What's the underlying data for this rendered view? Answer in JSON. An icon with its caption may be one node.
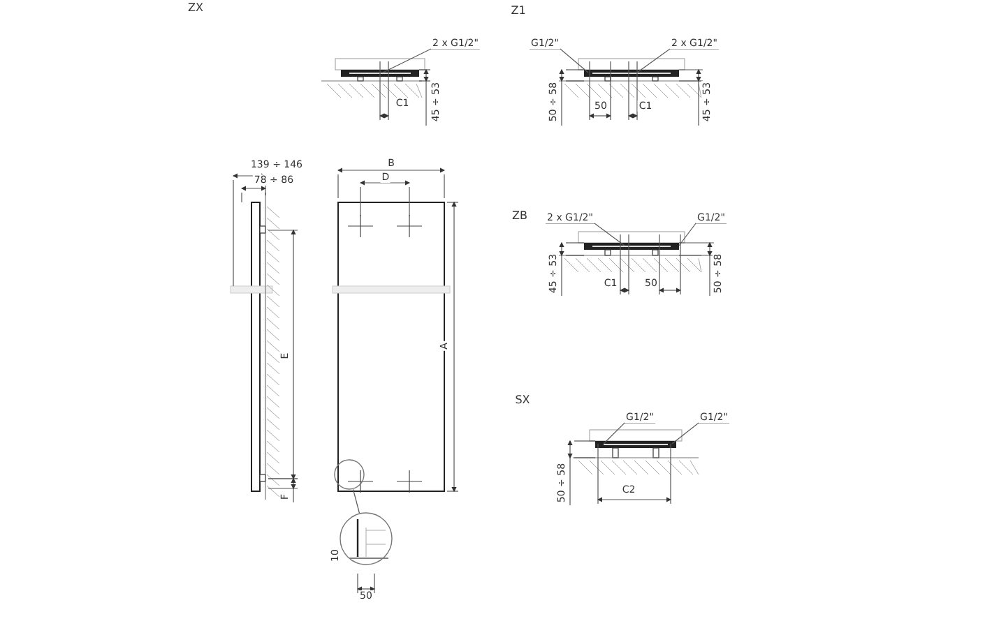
{
  "diagram": {
    "nodes": [
      {
        "text": [
          "2 x G1/2\""
        ]
      },
      {
        "text": [
          "G1/2\""
        ]
      },
      {
        "text": [
          "2 x G1/2\""
        ]
      },
      {
        "text": [
          "2 x G1/2\""
        ]
      },
      {
        "text": [
          "G1/2\""
        ]
      },
      {
        "text": [
          "G1/2\""
        ]
      },
      {
        "text": [
          "G1/2\""
        ]
      },
      {
        "text": [],
        "shape": "circle"
      },
      {
        "text": [],
        "shape": "circle"
      }
    ],
    "edges": [
      {
        "from": 0,
        "to": null,
        "arrow": "none"
      },
      {
        "from": 1,
        "to": null,
        "arrow": "none"
      },
      {
        "from": 2,
        "to": null,
        "arrow": "none"
      },
      {
        "from": 3,
        "to": null,
        "arrow": "none"
      },
      {
        "from": 4,
        "to": null,
        "arrow": "none"
      },
      {
        "from": 5,
        "to": null,
        "arrow": "none"
      },
      {
        "from": 6,
        "to": null,
        "arrow": "none"
      },
      {
        "from": 7,
        "to": 8,
        "arrow": "none"
      }
    ],
    "labels": [
      "ZX",
      "Z1",
      "C1",
      "45 ÷ 53",
      "50 ÷ 58",
      "50",
      "C1",
      "45 ÷ 53",
      "139 ÷ 146",
      "B",
      "78 ÷ 86",
      "D",
      "ZB",
      "45 ÷ 53",
      "C1",
      "50",
      "50 ÷ 58",
      "E",
      "A",
      "SX",
      "50 ÷ 58",
      "C2",
      "F",
      "10",
      "50"
    ]
  }
}
